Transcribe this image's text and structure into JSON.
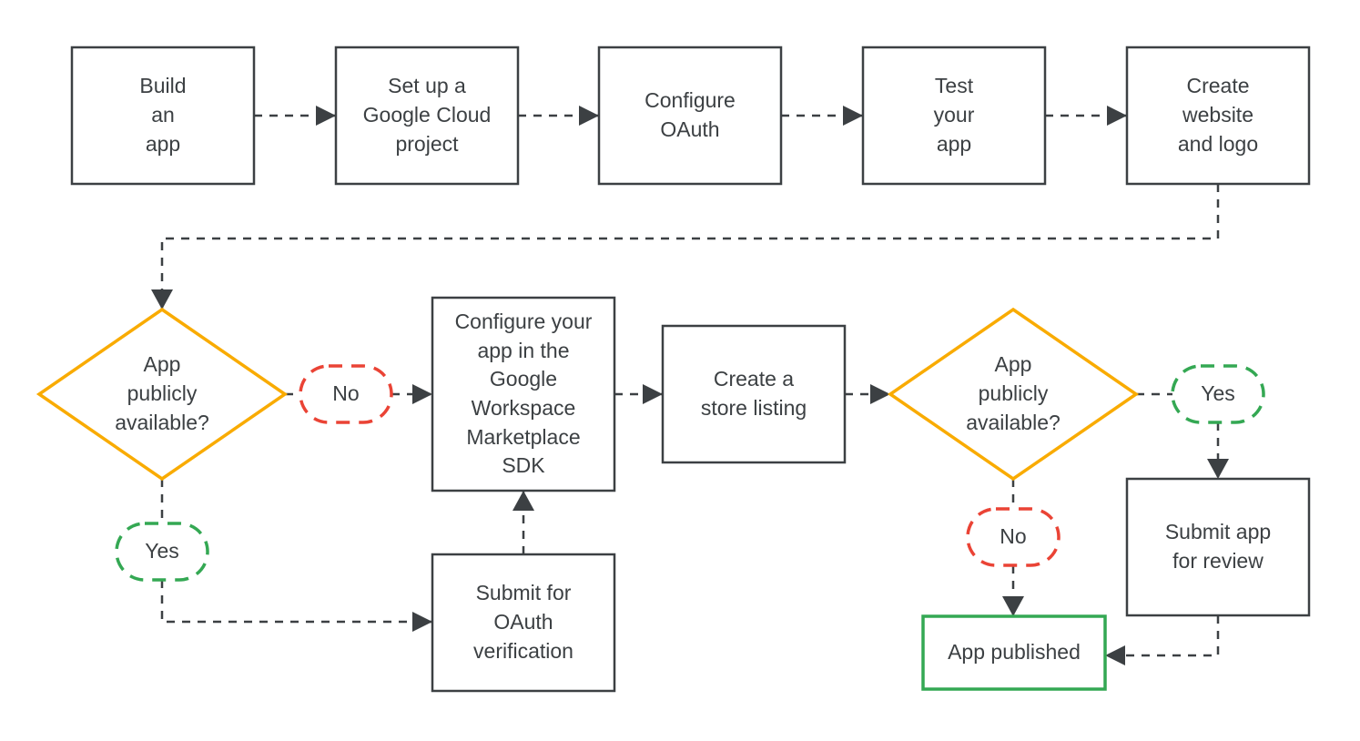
{
  "colors": {
    "ink": "#3c4043",
    "decision_border": "#f9ab00",
    "yes_border": "#34a853",
    "no_border": "#ea4335",
    "published_border": "#34a853",
    "background": "#ffffff"
  },
  "nodes": {
    "build_app": {
      "label": "Build\nan\napp"
    },
    "setup_project": {
      "label": "Set up a\nGoogle Cloud\nproject"
    },
    "configure_oauth": {
      "label": "Configure\nOAuth"
    },
    "test_app": {
      "label": "Test\nyour\napp"
    },
    "create_website": {
      "label": "Create\nwebsite\nand logo"
    },
    "decision_left": {
      "label": "App\npublicly\navailable?"
    },
    "no_left": {
      "label": "No"
    },
    "yes_left": {
      "label": "Yes"
    },
    "configure_sdk": {
      "label": "Configure your\napp in the\nGoogle\nWorkspace\nMarketplace\nSDK"
    },
    "submit_oauth": {
      "label": "Submit for\nOAuth\nverification"
    },
    "store_listing": {
      "label": "Create a\nstore listing"
    },
    "decision_right": {
      "label": "App\npublicly\navailable?"
    },
    "yes_right": {
      "label": "Yes"
    },
    "no_right": {
      "label": "No"
    },
    "submit_review": {
      "label": "Submit app\nfor review"
    },
    "app_published": {
      "label": "App published"
    }
  },
  "edges": [
    {
      "from": "Build an app",
      "to": "Set up a Google Cloud project"
    },
    {
      "from": "Set up a Google Cloud project",
      "to": "Configure OAuth"
    },
    {
      "from": "Configure OAuth",
      "to": "Test your app"
    },
    {
      "from": "Test your app",
      "to": "Create website and logo"
    },
    {
      "from": "Create website and logo",
      "to": "App publicly available? (first)"
    },
    {
      "from": "App publicly available? (first)",
      "label": "No",
      "to": "Configure your app in the Google Workspace Marketplace SDK"
    },
    {
      "from": "App publicly available? (first)",
      "label": "Yes",
      "to": "Submit for OAuth verification"
    },
    {
      "from": "Submit for OAuth verification",
      "to": "Configure your app in the Google Workspace Marketplace SDK"
    },
    {
      "from": "Configure your app in the Google Workspace Marketplace SDK",
      "to": "Create a store listing"
    },
    {
      "from": "Create a store listing",
      "to": "App publicly available? (second)"
    },
    {
      "from": "App publicly available? (second)",
      "label": "Yes",
      "to": "Submit app for review"
    },
    {
      "from": "App publicly available? (second)",
      "label": "No",
      "to": "App published"
    },
    {
      "from": "Submit app for review",
      "to": "App published"
    }
  ]
}
